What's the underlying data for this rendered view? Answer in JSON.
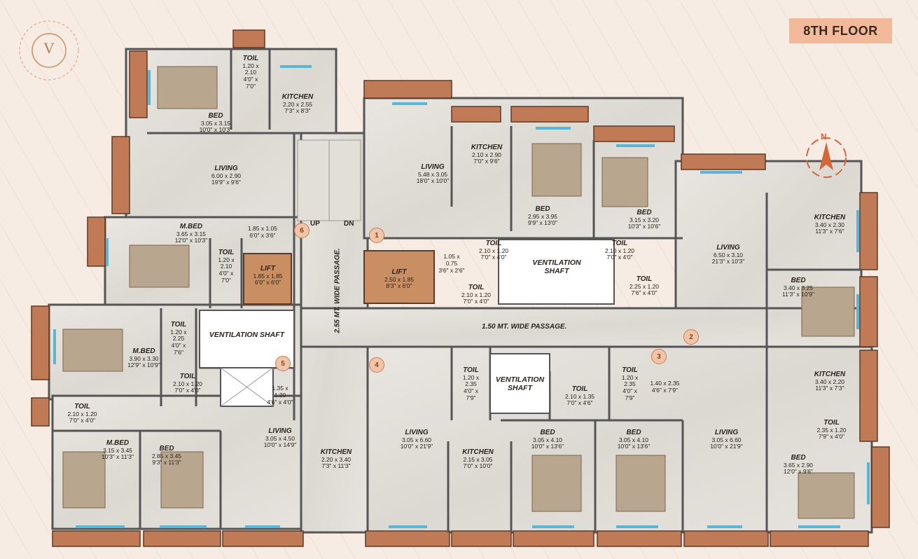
{
  "floor_label": "8TH FLOOR",
  "logo_letter": "V",
  "compass_letter": "N",
  "passages": {
    "wide_vertical": "2.55 MT. WIDE PASSAGE.",
    "wide_horizontal": "1.50 MT. WIDE PASSAGE.",
    "up": "UP",
    "dn": "DN"
  },
  "units": [
    "1",
    "2",
    "3",
    "4",
    "5",
    "6"
  ],
  "rooms": [
    {
      "id": "toil-a",
      "name": "TOIL",
      "dims": "1.20 x\n2.10",
      "feet": "4'0\" x\n7'0\""
    },
    {
      "id": "kitchen-a",
      "name": "KITCHEN",
      "dims": "2.20 x 2.55",
      "feet": "7'3\" x 8'3\""
    },
    {
      "id": "bed-a",
      "name": "BED",
      "dims": "3.05 x 3.15",
      "feet": "10'0\" x 10'3\""
    },
    {
      "id": "living-a",
      "name": "LIVING",
      "dims": "6.00 x 2.90",
      "feet": "19'9\" x 9'6\""
    },
    {
      "id": "mbed-a",
      "name": "M.BED",
      "dims": "3.65 x 3.15",
      "feet": "12'0\" x 10'3\""
    },
    {
      "id": "small-a",
      "name": "",
      "dims": "1.85 x 1.05",
      "feet": "6'0\" x 3'6\""
    },
    {
      "id": "toil-b",
      "name": "TOIL",
      "dims": "1.20 x\n2.10",
      "feet": "4'0\" x\n7'0\""
    },
    {
      "id": "lift-a",
      "name": "LIFT",
      "dims": "1.85 x 1.85",
      "feet": "6'0\" x 6'0\""
    },
    {
      "id": "toil-c",
      "name": "TOIL",
      "dims": "1.20 x\n2.25",
      "feet": "4'0\" x\n7'6\""
    },
    {
      "id": "mbed-b",
      "name": "M.BED",
      "dims": "3.90 x 3.30",
      "feet": "12'9\" x 10'9\""
    },
    {
      "id": "toil-d",
      "name": "TOIL",
      "dims": "2.10 x 1.20",
      "feet": "7'0\" x 4'0\""
    },
    {
      "id": "small-b",
      "name": "",
      "dims": "1.35 x 1.20",
      "feet": "4'6\" x 4'0\""
    },
    {
      "id": "toil-e",
      "name": "TOIL",
      "dims": "2.10 x 1.20",
      "feet": "7'0\" x 4'0\""
    },
    {
      "id": "mbed-c",
      "name": "M.BED",
      "dims": "3.15 x 3.45",
      "feet": "10'3\" x 11'3\""
    },
    {
      "id": "bed-b",
      "name": "BED",
      "dims": "2.85 x 3.45",
      "feet": "9'3\" x 11'3\""
    },
    {
      "id": "living-b",
      "name": "LIVING",
      "dims": "3.05 x 4.50",
      "feet": "10'0\" x 14'9\""
    },
    {
      "id": "kitchen-b",
      "name": "KITCHEN",
      "dims": "2.20 x 3.40",
      "feet": "7'3\" x 11'3\""
    },
    {
      "id": "living-c",
      "name": "LIVING",
      "dims": "5.48 x 3.05",
      "feet": "18'0\" x 10'0\""
    },
    {
      "id": "kitchen-c",
      "name": "KITCHEN",
      "dims": "2.10 x 2.90",
      "feet": "7'0\" x 9'6\""
    },
    {
      "id": "bed-c",
      "name": "BED",
      "dims": "2.95 x 3.95",
      "feet": "9'9\" x 13'0\""
    },
    {
      "id": "bed-d",
      "name": "BED",
      "dims": "3.15 x 3.20",
      "feet": "10'3\" x 10'6\""
    },
    {
      "id": "lift-b",
      "name": "LIFT",
      "dims": "2.50 x 1.85",
      "feet": "8'3\" x 6'0\""
    },
    {
      "id": "small-c",
      "name": "",
      "dims": "1.05 x 0.75",
      "feet": "3'6\" x 2'6\""
    },
    {
      "id": "toil-f",
      "name": "TOIL",
      "dims": "2.10 x 1.20",
      "feet": "7'0\" x 4'0\""
    },
    {
      "id": "toil-g",
      "name": "TOIL",
      "dims": "2.10 x 1.20",
      "feet": "7'0\" x 4'0\""
    },
    {
      "id": "toil-h",
      "name": "TOIL",
      "dims": "2.10 x 1.20",
      "feet": "7'0\" x 4'0\""
    },
    {
      "id": "toil-i",
      "name": "TOIL",
      "dims": "2.25 x 1.20",
      "feet": "7'6\" x 4'0\""
    },
    {
      "id": "kitchen-d",
      "name": "KITCHEN",
      "dims": "3.40 x 2.30",
      "feet": "11'3\" x 7'6\""
    },
    {
      "id": "living-d",
      "name": "LIVING",
      "dims": "6.50 x 3.10",
      "feet": "21'3\" x 10'3\""
    },
    {
      "id": "bed-e",
      "name": "BED",
      "dims": "3.40 x 3.25",
      "feet": "11'3\" x 10'9\""
    },
    {
      "id": "toil-j",
      "name": "TOIL",
      "dims": "1.20 x\n2.35",
      "feet": "4'0\" x\n7'9\""
    },
    {
      "id": "toil-k",
      "name": "TOIL",
      "dims": "2.10 x 1.35",
      "feet": "7'0\" x 4'6\""
    },
    {
      "id": "toil-l",
      "name": "TOIL",
      "dims": "1.20 x\n2.35",
      "feet": "4'0\" x\n7'9\""
    },
    {
      "id": "small-d",
      "name": "",
      "dims": "1.40 x 2.35",
      "feet": "4'6\" x 7'9\""
    },
    {
      "id": "kitchen-e",
      "name": "KITCHEN",
      "dims": "3.40 x 2.20",
      "feet": "11'3\" x 7'3\""
    },
    {
      "id": "toil-m",
      "name": "TOIL",
      "dims": "2.35 x 1.20",
      "feet": "7'9\" x 4'0\""
    },
    {
      "id": "living-e",
      "name": "LIVING",
      "dims": "3.05 x 6.60",
      "feet": "10'0\" x 21'9\""
    },
    {
      "id": "kitchen-f",
      "name": "KITCHEN",
      "dims": "2.15 x 3.05",
      "feet": "7'0\" x 10'0\""
    },
    {
      "id": "bed-f",
      "name": "BED",
      "dims": "3.05 x 4.10",
      "feet": "10'0\" x 13'6\""
    },
    {
      "id": "bed-g",
      "name": "BED",
      "dims": "3.05 x 4.10",
      "feet": "10'0\" x 13'6\""
    },
    {
      "id": "living-f",
      "name": "LIVING",
      "dims": "3.05 x 6.60",
      "feet": "10'0\" x 21'9\""
    },
    {
      "id": "bed-h",
      "name": "BED",
      "dims": "3.65 x 2.90",
      "feet": "12'0\" x 9'6\""
    }
  ],
  "shafts": [
    {
      "id": "shaft-a",
      "text": "VENTILATION SHAFT"
    },
    {
      "id": "shaft-b",
      "text": "VENTILATION\nSHAFT"
    },
    {
      "id": "shaft-c",
      "text": "VENTILATION\nSHAFT"
    }
  ]
}
